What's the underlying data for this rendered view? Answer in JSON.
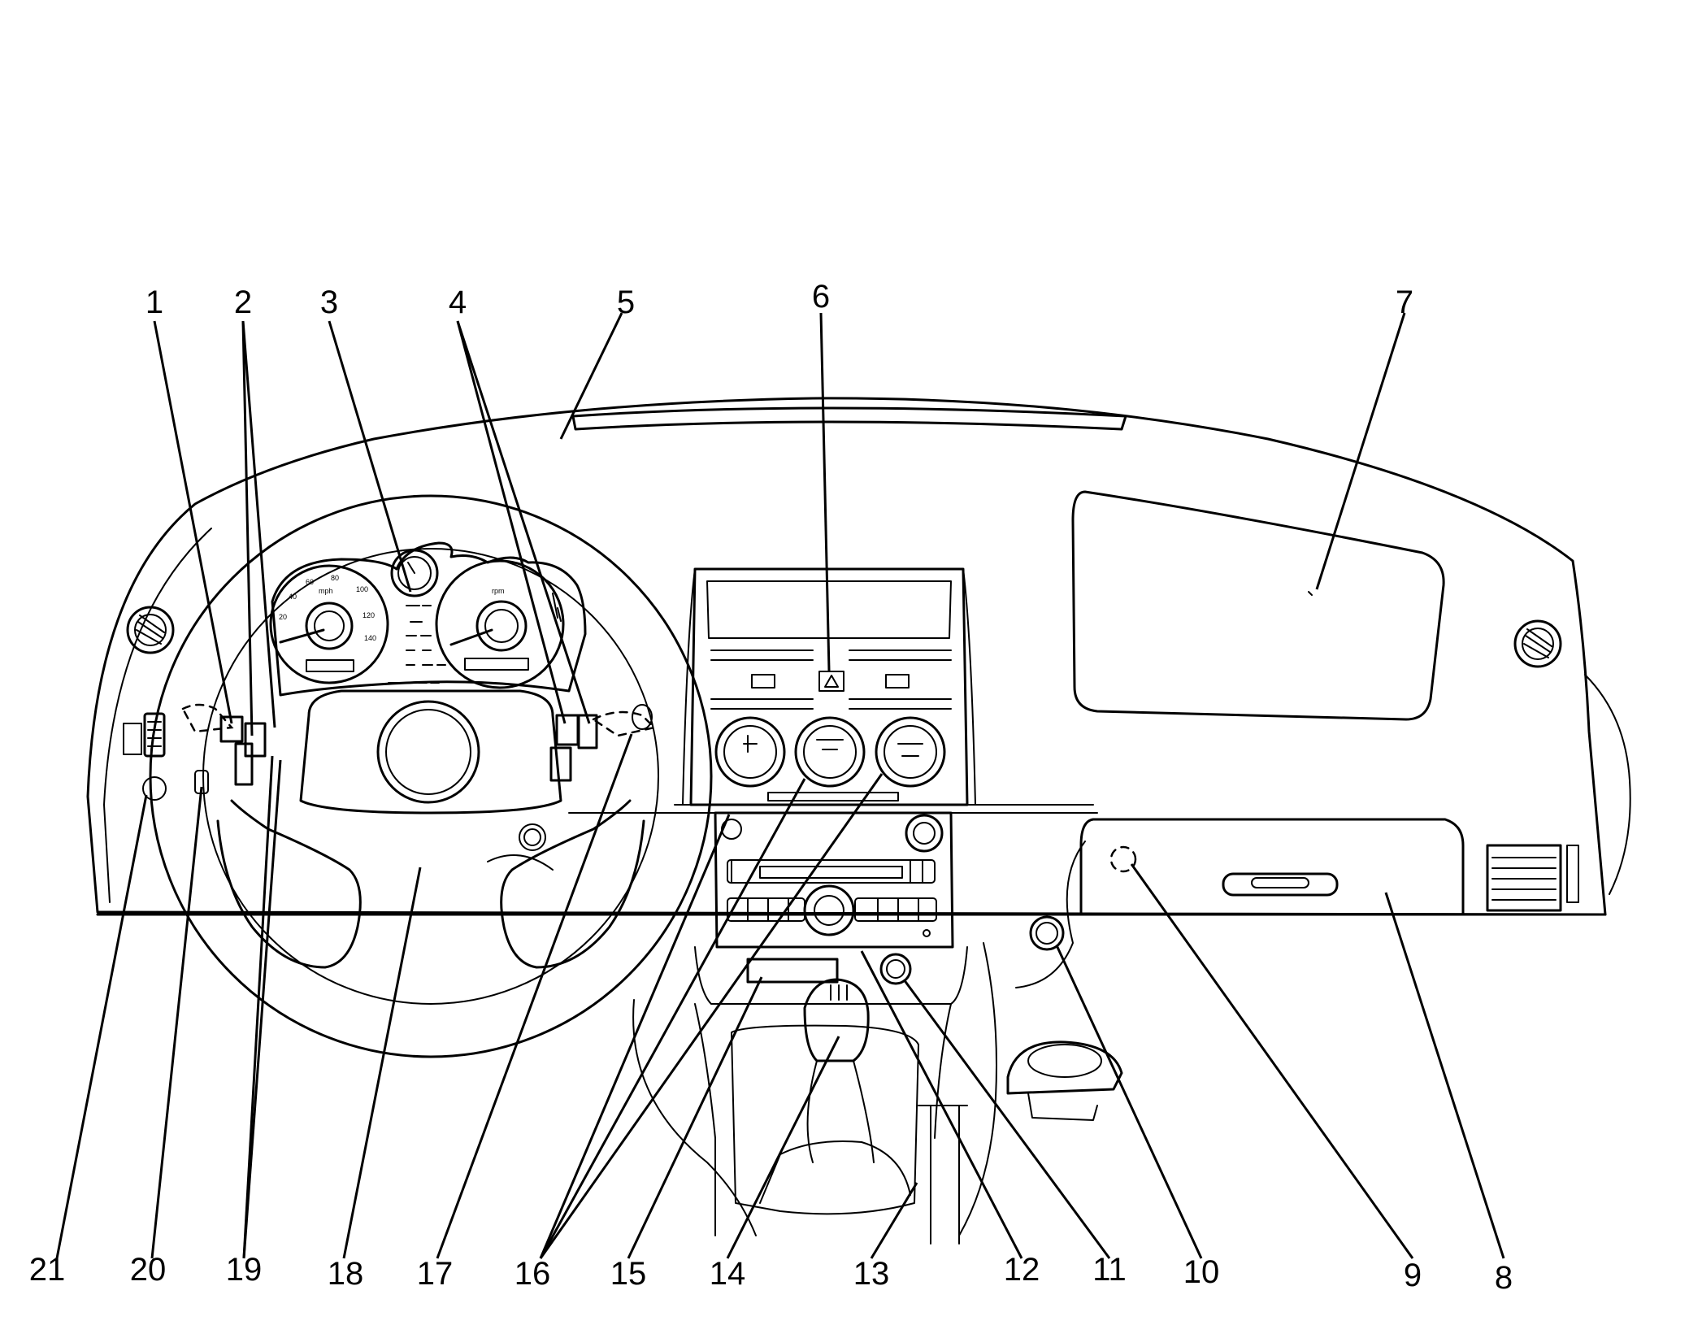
{
  "callouts": [
    {
      "id": "c1",
      "label": "1"
    },
    {
      "id": "c2",
      "label": "2"
    },
    {
      "id": "c3",
      "label": "3"
    },
    {
      "id": "c4",
      "label": "4"
    },
    {
      "id": "c5",
      "label": "5"
    },
    {
      "id": "c6",
      "label": "6"
    },
    {
      "id": "c7",
      "label": "7"
    },
    {
      "id": "c8",
      "label": "8"
    },
    {
      "id": "c9",
      "label": "9"
    },
    {
      "id": "c10",
      "label": "10"
    },
    {
      "id": "c11",
      "label": "11"
    },
    {
      "id": "c12",
      "label": "12"
    },
    {
      "id": "c13",
      "label": "13"
    },
    {
      "id": "c14",
      "label": "14"
    },
    {
      "id": "c15",
      "label": "15"
    },
    {
      "id": "c16",
      "label": "16"
    },
    {
      "id": "c17",
      "label": "17"
    },
    {
      "id": "c18",
      "label": "18"
    },
    {
      "id": "c19",
      "label": "19"
    },
    {
      "id": "c20",
      "label": "20"
    },
    {
      "id": "c21",
      "label": "21"
    }
  ],
  "gauges": {
    "speedometer": {
      "unit": "mph",
      "ticks": [
        "20",
        "40",
        "60",
        "80",
        "100",
        "120",
        "140"
      ]
    },
    "tachometer": {
      "unit": "rpm"
    }
  }
}
